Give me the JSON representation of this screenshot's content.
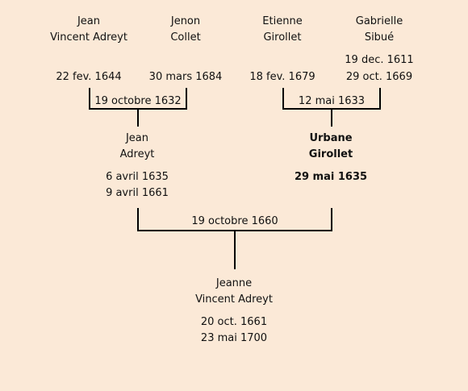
{
  "persons": {
    "gf_paternal": {
      "name1": "Jean",
      "name2": "Vincent Adreyt",
      "birth": "22 fev. 1644"
    },
    "gm_paternal": {
      "name1": "Jenon",
      "name2": "Collet",
      "birth": "30 mars 1684"
    },
    "gf_maternal": {
      "name1": "Etienne",
      "name2": "Girollet",
      "birth": "18 fev. 1679"
    },
    "gm_maternal": {
      "name1": "Gabrielle",
      "name2": "Sibué",
      "birth": "19 dec. 1611",
      "death": "29 oct. 1669"
    },
    "father": {
      "name1": "Jean",
      "name2": "Adreyt",
      "birth": "6 avril 1635",
      "death": "9 avril 1661"
    },
    "mother": {
      "name1": "Urbane",
      "name2": "Girollet",
      "birth": "29 mai 1635"
    },
    "child": {
      "name1": "Jeanne",
      "name2": "Vincent Adreyt",
      "birth": "20 oct. 1661",
      "death": "23 mai 1700"
    }
  },
  "marriages": {
    "paternal": "19 octobre 1632",
    "maternal": "12 mai 1633",
    "parents": "19 octobre 1660"
  }
}
